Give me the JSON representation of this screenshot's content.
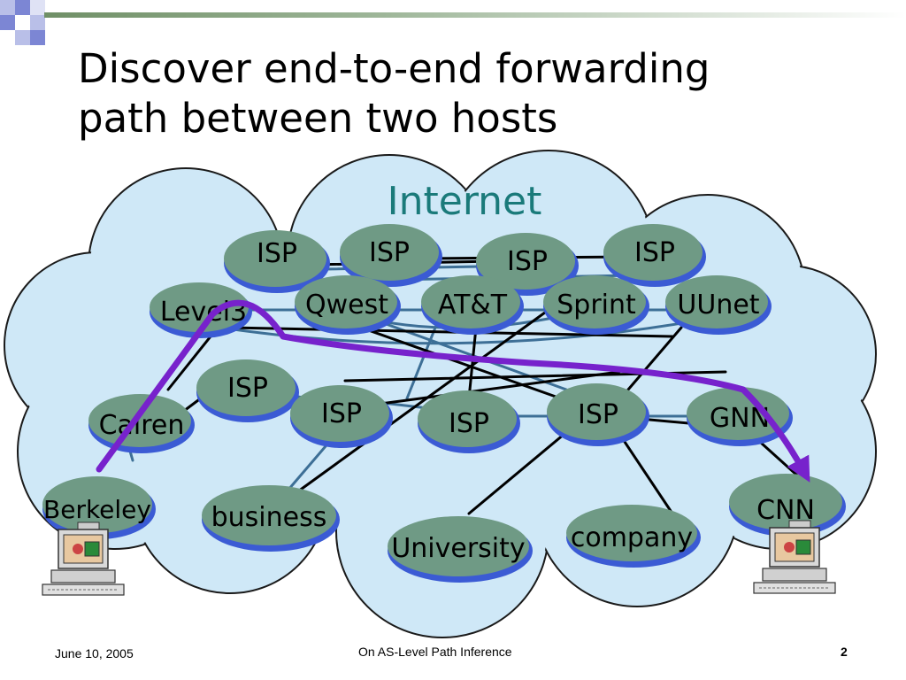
{
  "slide": {
    "title_line1": "Discover end-to-end forwarding",
    "title_line2": "path between two hosts",
    "internet_label": "Internet",
    "footer_date": "June 10, 2005",
    "footer_center": "On AS-Level Path Inference",
    "page_number": "2"
  },
  "nodes": {
    "isp1": "ISP",
    "isp2": "ISP",
    "isp3": "ISP",
    "isp4": "ISP",
    "level3": "Level3",
    "qwest": "Qwest",
    "att": "AT&T",
    "sprint": "Sprint",
    "uunet": "UUnet",
    "isp5": "ISP",
    "calren": "Calren",
    "isp6": "ISP",
    "isp7": "ISP",
    "isp8": "ISP",
    "gnn": "GNN",
    "berkeley": "Berkeley",
    "business": "business",
    "university": "University",
    "company": "company",
    "cnn": "CNN"
  },
  "colors": {
    "cloud_fill": "#cfe8f7",
    "node_fill": "#6f9a85",
    "node_rim": "#3b5bd4",
    "path_color": "#7722cc",
    "link_dark": "#000000",
    "link_blue": "#3d6f96",
    "accent_green": "#6f8f66"
  },
  "icons": [
    "computer-icon-left",
    "computer-icon-right"
  ]
}
